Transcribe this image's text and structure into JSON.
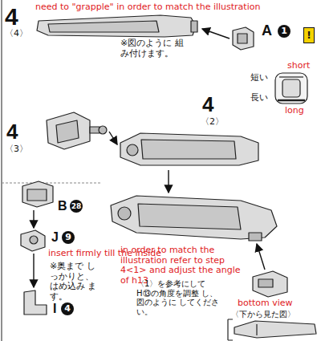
{
  "diagram": {
    "labels": [
      "4",
      "〈4〉",
      "need to \"grapple\" in order to match the illustration",
      "※図のように 組み付けます。",
      "A",
      "1",
      "!",
      "short",
      "短い",
      "長い",
      "long",
      "4",
      "〈3〉",
      "4",
      "〈2〉",
      "B",
      "28",
      "J",
      "9",
      "insert firmly till the inside",
      "※奥まで しっかりと、 はめ込み ます。",
      "I",
      "4",
      "in order to match the illustration refer to step 4<1> and adjust the angle of h13",
      "〈1〉を参考にして H⑬の角度を調整 し、図のように してください。",
      "〈下から見た図〉",
      "bottom view"
    ]
  }
}
